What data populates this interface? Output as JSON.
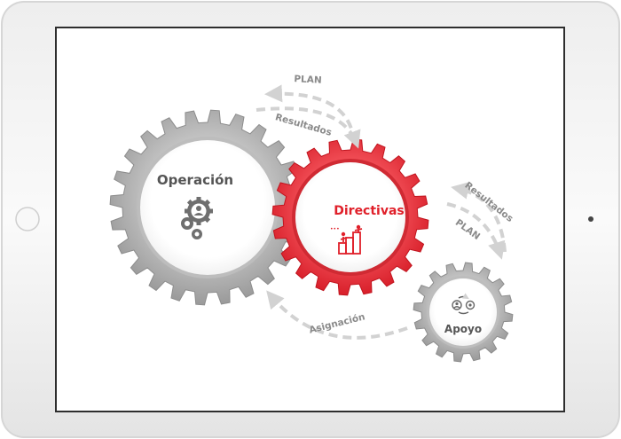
{
  "diagram": {
    "gears": {
      "operacion": {
        "label": "Operación",
        "icon": "gears-person-icon"
      },
      "directivas": {
        "label": "Directivas",
        "icon": "team-climbing-icon"
      },
      "apoyo": {
        "label": "Apoyo",
        "icon": "support-cycle-icon"
      }
    },
    "arrows": {
      "top_outer": "PLAN",
      "top_inner": "Resultados",
      "right_outer": "Resultados",
      "right_inner": "PLAN",
      "bottom": "Asignación"
    },
    "colors": {
      "gray_gear": "#a9a9a9",
      "red_gear": "#e8323a",
      "red_text": "#e0202a",
      "gray_text": "#555555",
      "arrow": "#d2d2d2"
    }
  }
}
